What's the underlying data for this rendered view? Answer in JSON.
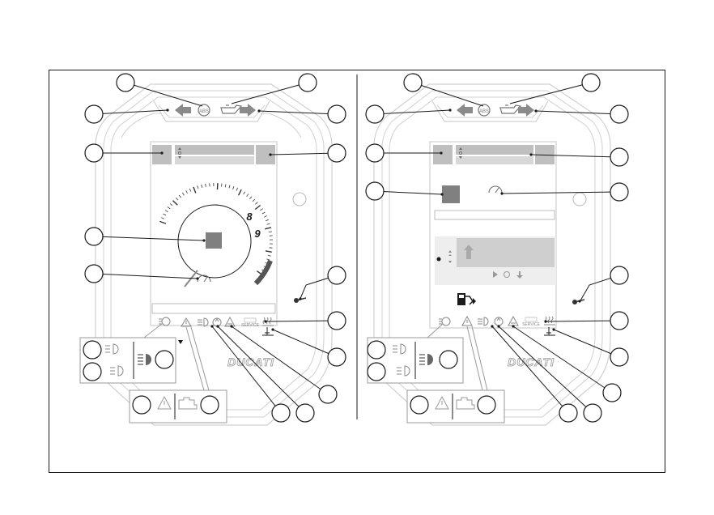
{
  "diagram": {
    "brand_logo_text": "DUCATI",
    "tacho_numbers": [
      "8",
      "9"
    ],
    "service_label": "SERVICE",
    "colors": {
      "line": "#1a1a1a",
      "panel_gray": "#bfbfbf",
      "dark_gray": "#808080",
      "frame_gray": "#cccccc"
    },
    "icons": [
      "turn-left-icon",
      "abs-icon",
      "oil-pressure-icon",
      "turn-right-icon",
      "headlight-icon",
      "warning-triangle-icon",
      "fog-light-icon",
      "traction-icon",
      "service-icon",
      "heated-grip-icon",
      "temperature-icon",
      "key-icon",
      "fuel-pump-icon",
      "engine-check-icon",
      "speedometer-icon",
      "high-beam-icon",
      "low-beam-icon"
    ]
  }
}
